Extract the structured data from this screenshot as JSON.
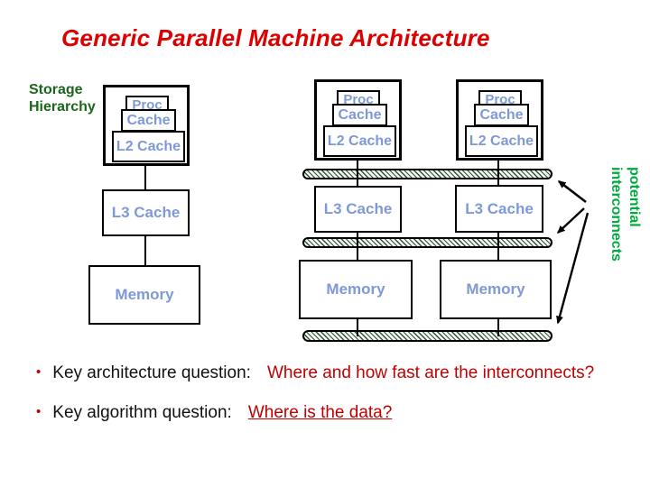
{
  "title": "Generic Parallel Machine Architecture",
  "storage_label": {
    "line1": "Storage",
    "line2": "Hierarchy"
  },
  "box_labels": {
    "proc": "Proc",
    "cache": "Cache",
    "l2": "L2 Cache",
    "l3": "L3 Cache",
    "memory": "Memory"
  },
  "interconnect_label": {
    "line1": "potential",
    "line2": "interconnects"
  },
  "bullets": {
    "marker": "•",
    "items": [
      {
        "prefix": "Key architecture question:",
        "highlight": "Where and how fast are the interconnects?"
      },
      {
        "prefix": "Key algorithm question:",
        "highlight": "Where is the data?"
      }
    ]
  },
  "colors": {
    "title_red": "#dd0000",
    "highlight_red": "#c00000",
    "storage_green": "#1a661a",
    "interconnect_green": "#00a93e",
    "label_blue": "#7f99d6"
  }
}
